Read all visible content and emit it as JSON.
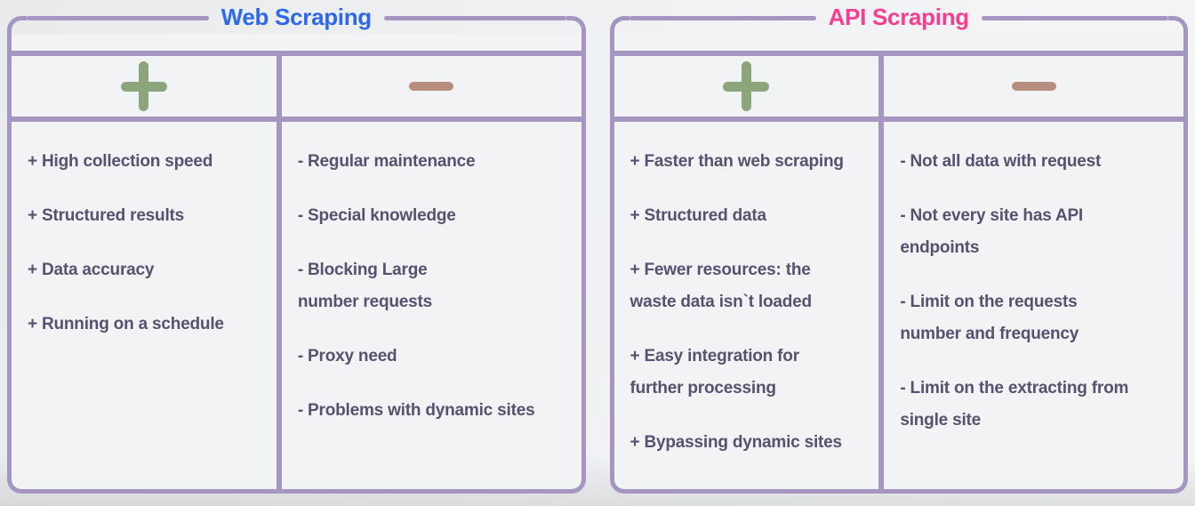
{
  "colors": {
    "border": "#a495c1",
    "panelBg": "#f2f3f5",
    "text": "#57516f",
    "plus": "#8ca57b",
    "minus": "#b78d7f",
    "titleWeb": "#2d68ee",
    "titleApi": "#f73e90"
  },
  "panels": [
    {
      "title": "Web Scraping",
      "pros_symbol": "+",
      "cons_symbol": "-",
      "pros": [
        "+ High collection speed",
        "+ Structured results",
        "+ Data accuracy",
        "+ Running on a schedule"
      ],
      "cons": [
        "- Regular maintenance",
        "- Special knowledge",
        "- Blocking Large\nnumber requests",
        "- Proxy need",
        "- Problems with dynamic sites"
      ]
    },
    {
      "title": "API Scraping",
      "pros_symbol": "+",
      "cons_symbol": "-",
      "pros": [
        "+ Faster than web scraping",
        "+ Structured data",
        "+ Fewer resources: the\nwaste data isn`t loaded",
        "+ Easy integration for\nfurther processing",
        "+ Bypassing dynamic sites"
      ],
      "cons": [
        "- Not all data with request",
        "- Not every site has API\nendpoints",
        "- Limit on the requests\nnumber and frequency",
        "- Limit on the extracting from\nsingle site"
      ]
    }
  ]
}
